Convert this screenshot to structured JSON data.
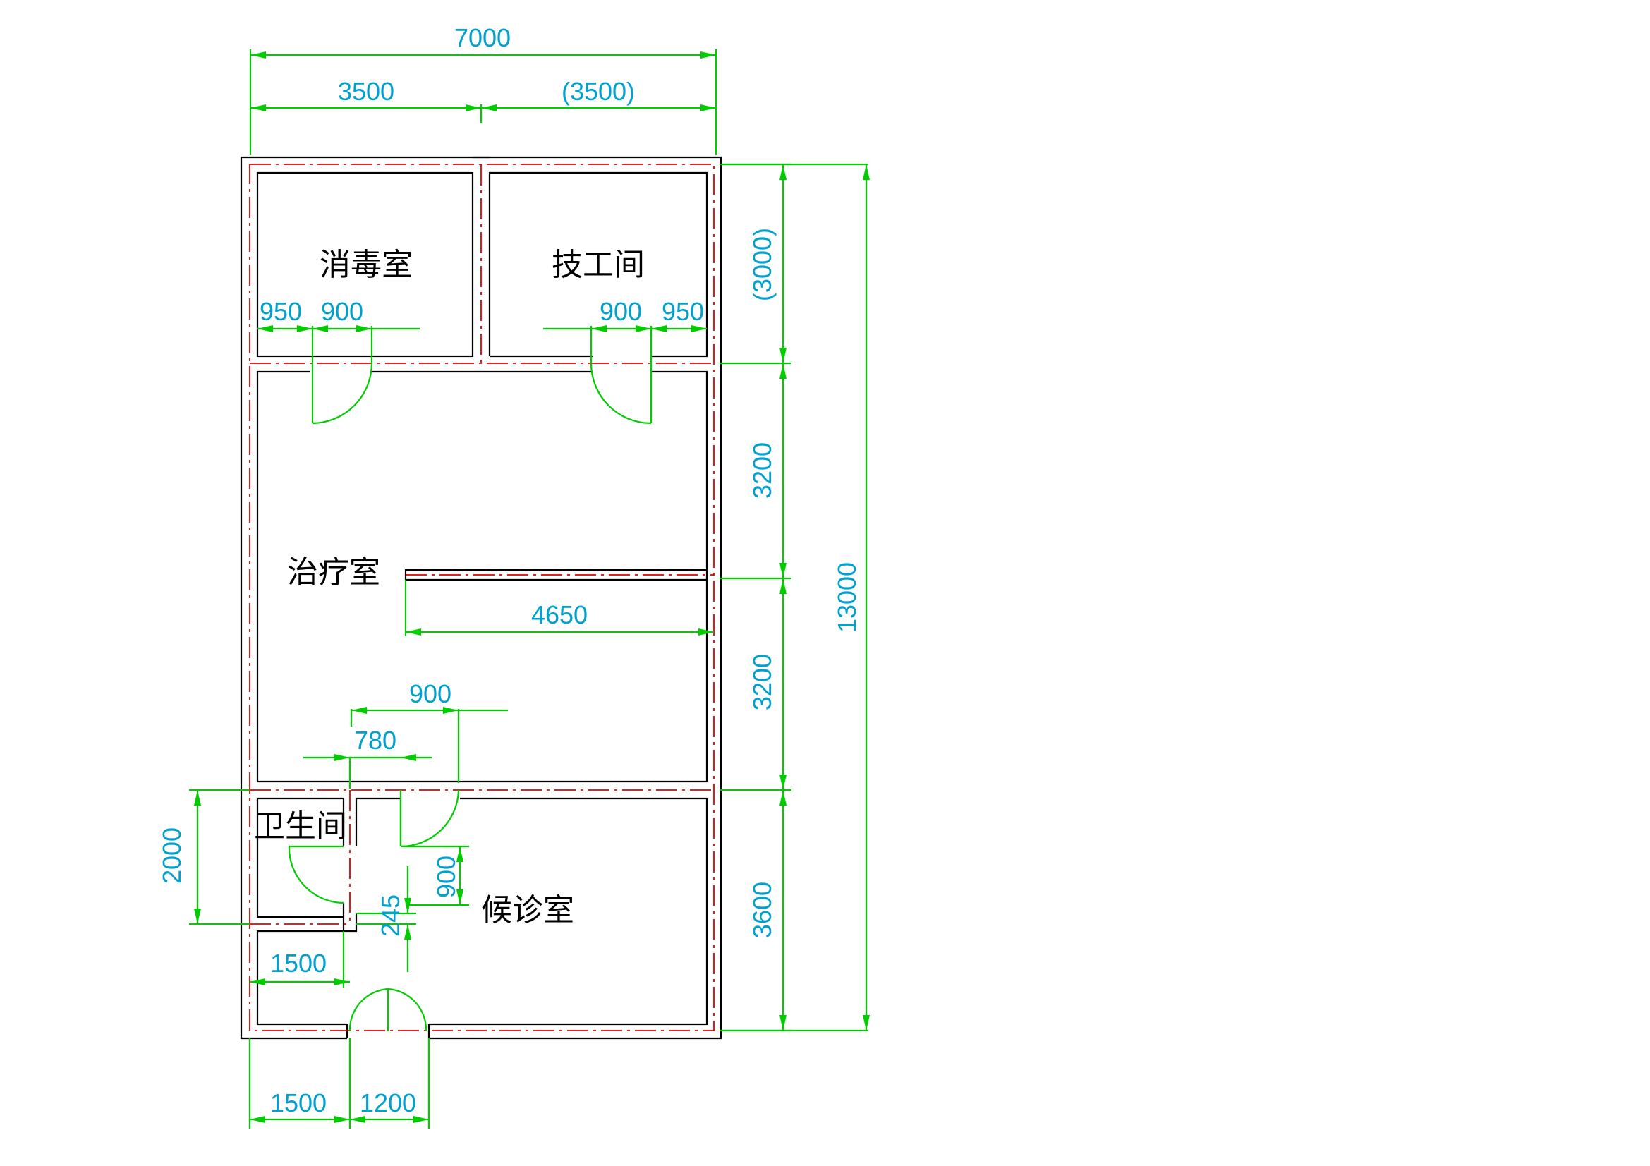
{
  "rooms": {
    "disinfection": "消毒室",
    "technician": "技工间",
    "treatment": "治疗室",
    "toilet": "卫生间",
    "waiting": "候诊室"
  },
  "dimensions": {
    "total_width": "7000",
    "left_bay": "3500",
    "right_bay": "(3500)",
    "top_row": "(3000)",
    "middle_upper": "3200",
    "middle_lower": "3200",
    "bottom_row": "3600",
    "total_depth": "13000",
    "partition_length": "4650",
    "left_door_offset": "950",
    "left_door_width": "900",
    "right_door_width": "900",
    "right_door_offset": "950",
    "lower_door_width": "900",
    "toilet_door_offset": "780",
    "toilet_height": "2000",
    "toilet_door_swing": "900",
    "toilet_wall_gap": "245",
    "toilet_width": "1500",
    "entry_offset": "1500",
    "entry_width": "1200"
  },
  "colors": {
    "wall": "#000000",
    "axis_line": "#e00000",
    "dimension_line": "#00cc00",
    "dimension_text": "#00a0d0"
  }
}
